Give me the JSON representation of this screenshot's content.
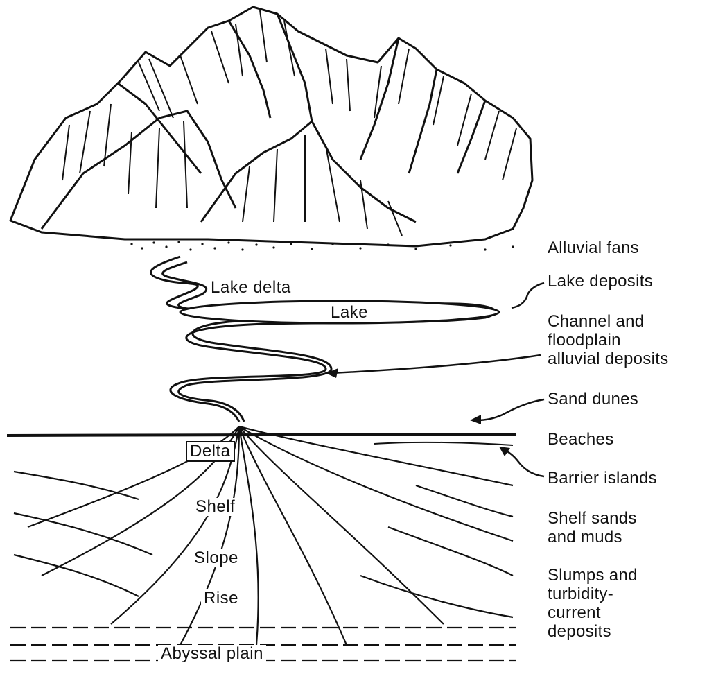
{
  "diagram": {
    "environments": {
      "lake_delta": "Lake delta",
      "lake": "Lake",
      "delta": "Delta",
      "shelf": "Shelf",
      "slope": "Slope",
      "rise": "Rise",
      "abyssal_plain": "Abyssal plain"
    },
    "deposits": {
      "alluvial_fans": "Alluvial fans",
      "lake_deposits": "Lake deposits",
      "channel_floodplain": [
        "Channel and",
        "floodplain",
        "alluvial deposits"
      ],
      "sand_dunes": "Sand dunes",
      "beaches": "Beaches",
      "barrier_islands": "Barrier islands",
      "shelf_sands_muds": [
        "Shelf sands",
        "and muds"
      ],
      "slumps_turbidity": [
        "Slumps and",
        "turbidity-",
        "current",
        "deposits"
      ]
    },
    "ink_color": "#111111",
    "paper_color": "#ffffff"
  }
}
